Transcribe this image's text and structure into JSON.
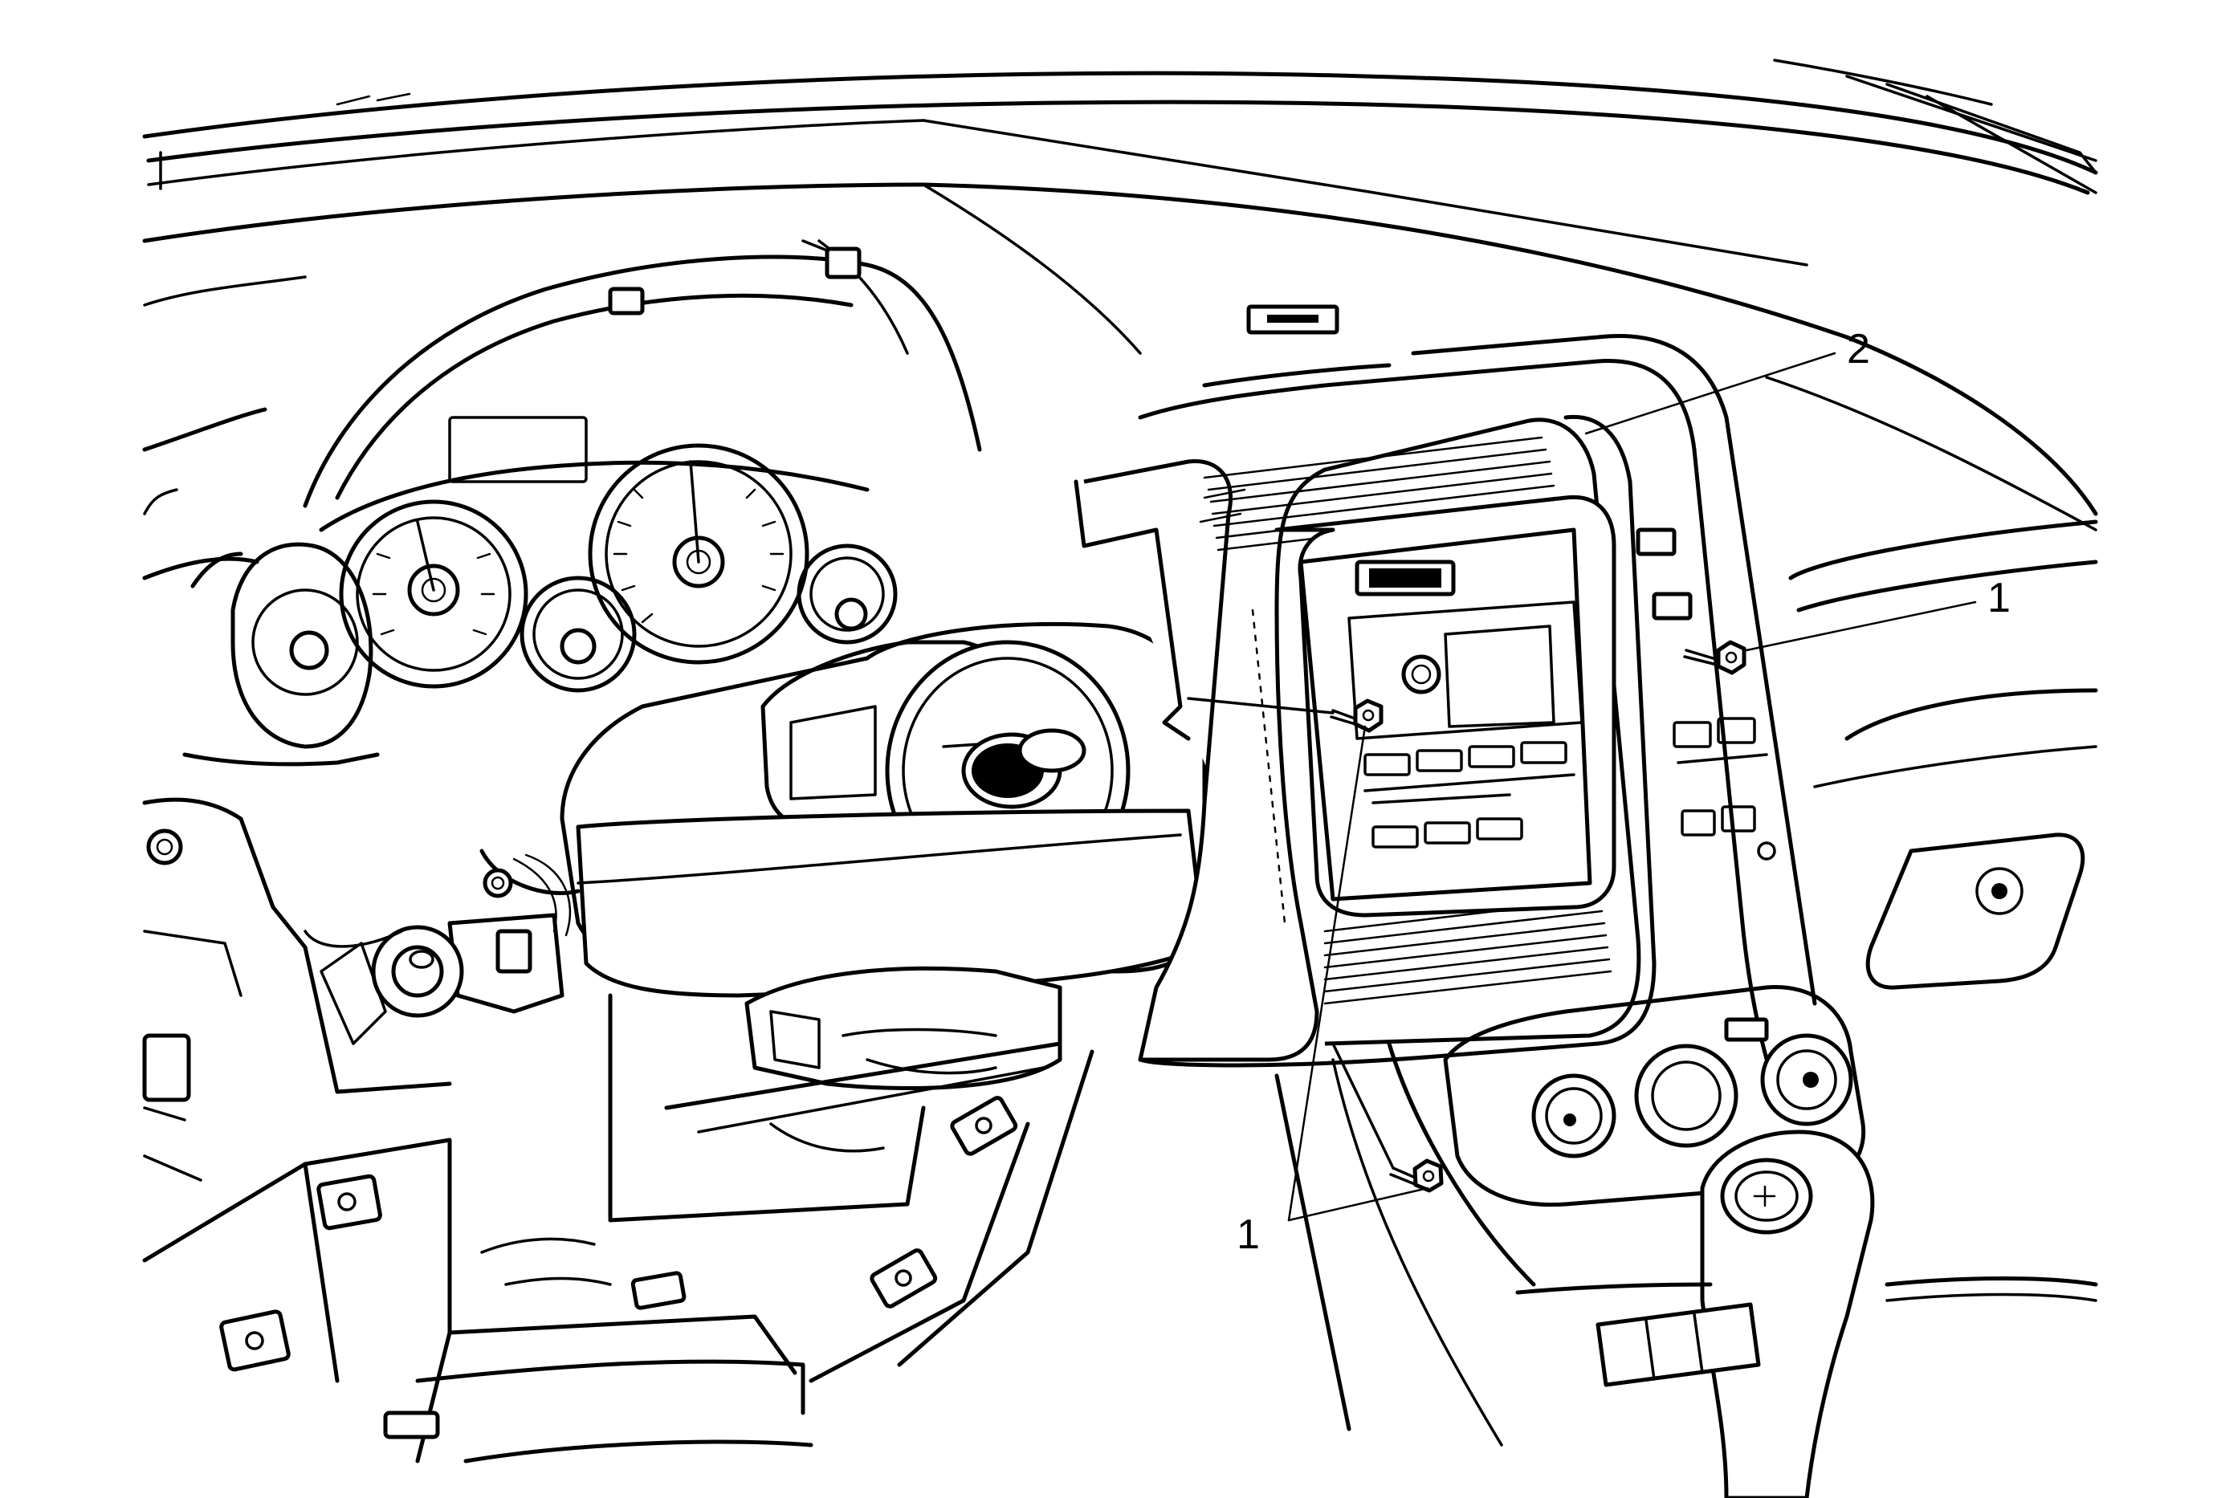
{
  "callouts": [
    {
      "id": "callout-2",
      "label": "2"
    },
    {
      "id": "callout-1-right",
      "label": "1"
    },
    {
      "id": "callout-1-lower",
      "label": "1"
    }
  ]
}
